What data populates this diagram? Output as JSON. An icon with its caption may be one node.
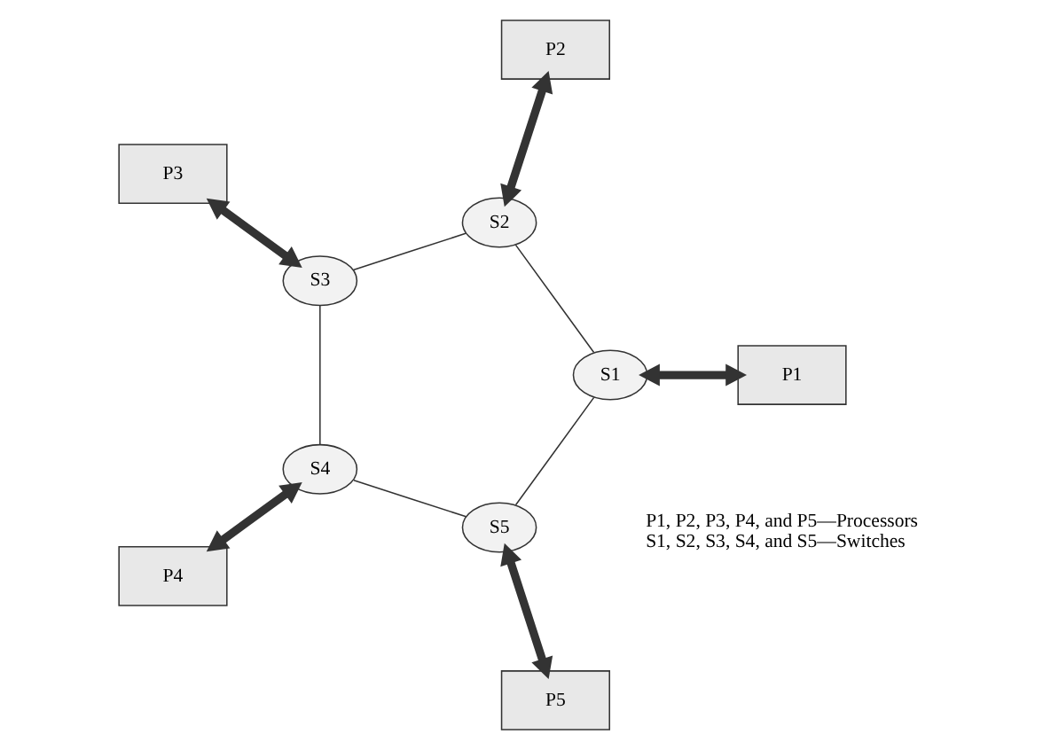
{
  "diagram": {
    "nodes": [
      {
        "text": [
          "S5"
        ]
      },
      {
        "text": [
          "P5"
        ]
      },
      {
        "text": [
          "S1"
        ]
      },
      {
        "text": [
          "P1"
        ]
      },
      {
        "text": [
          "S4"
        ]
      },
      {
        "text": [
          "P4"
        ]
      },
      {
        "text": [
          "S2"
        ]
      },
      {
        "text": [
          "S3"
        ]
      },
      {
        "text": [
          "P2"
        ]
      },
      {
        "text": [
          "P3"
        ]
      }
    ],
    "edges": [
      {
        "from": 2,
        "to": 0,
        "arrow": "none"
      },
      {
        "from": 0,
        "to": 4,
        "arrow": "none"
      },
      {
        "from": 4,
        "to": 7,
        "arrow": "none"
      },
      {
        "from": 7,
        "to": 6,
        "arrow": "none"
      },
      {
        "from": 6,
        "to": 2,
        "arrow": "none"
      },
      {
        "from": 0,
        "to": 1,
        "arrow": "both",
        "style": "thick"
      },
      {
        "from": 2,
        "to": 3,
        "arrow": "both",
        "style": "thick"
      },
      {
        "from": 4,
        "to": 5,
        "arrow": "both",
        "style": "thick"
      },
      {
        "from": 6,
        "to": 8,
        "arrow": "both",
        "style": "thick"
      },
      {
        "from": 7,
        "to": 9,
        "arrow": "both",
        "style": "thick"
      }
    ],
    "labels": [
      "P1, P2, P3, P4, and P5—Processors",
      "S1, S2, S3, S4, and S5—Switches"
    ]
  }
}
